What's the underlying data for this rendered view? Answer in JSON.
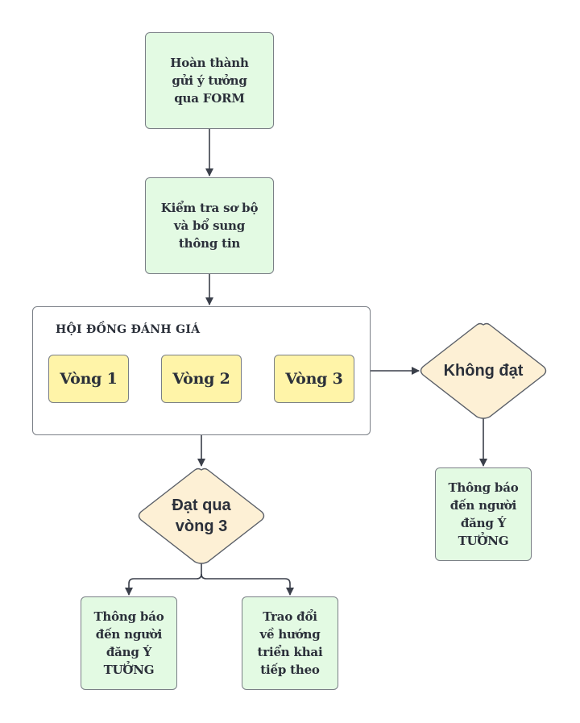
{
  "nodes": {
    "submit_form": "Hoàn thành\ngửi ý tưởng\nqua FORM",
    "preliminary_check": "Kiểm tra sơ bộ\nvà bổ sung\nthông tin",
    "council": {
      "title": "HỘI ĐỒNG ĐÁNH GIÁ",
      "rounds": [
        "Vòng 1",
        "Vòng 2",
        "Vòng 3"
      ]
    },
    "fail_decision": "Không đạt",
    "pass_decision": "Đạt qua\nvòng 3",
    "notify_fail": "Thông báo\nđến người\nđăng Ý\nTƯỞNG",
    "notify_pass": "Thông báo\nđến người\nđăng Ý\nTƯỞNG",
    "next_steps": "Trao đổi\nvề hướng\ntriển khai\ntiếp theo"
  },
  "colors": {
    "process_fill": "#e3fae3",
    "round_fill": "#fff4a8",
    "decision_fill": "#fdf0d5",
    "stroke": "#7a7f86",
    "connector": "#3a3f4a",
    "text": "#2b303a"
  }
}
